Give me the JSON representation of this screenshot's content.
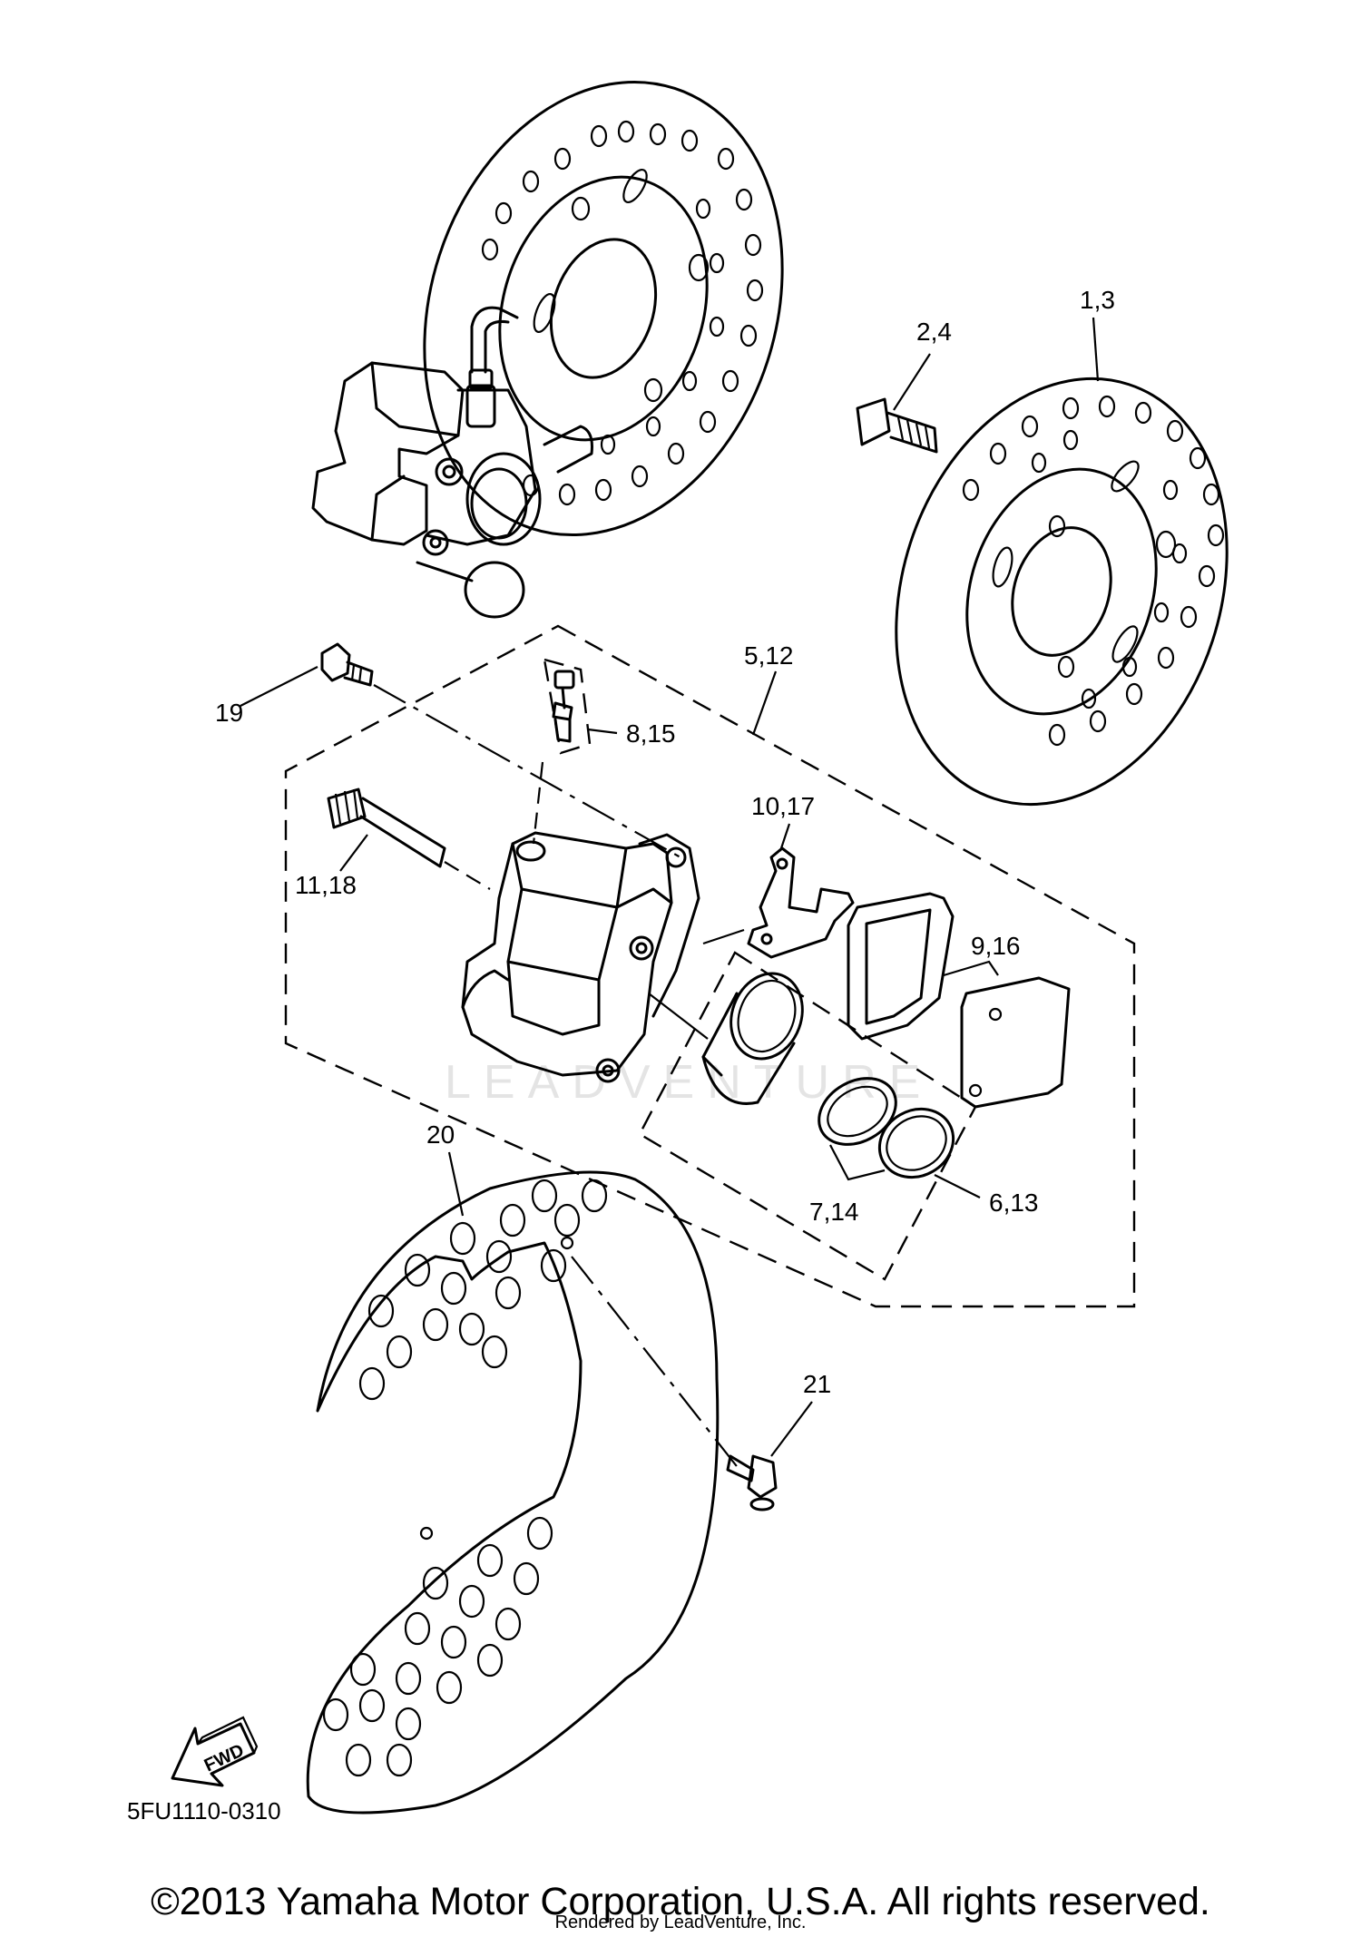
{
  "callouts": {
    "c_2_4": "2,4",
    "c_1_3": "1,3",
    "c_5_12": "5,12",
    "c_19": "19",
    "c_8_15": "8,15",
    "c_10_17": "10,17",
    "c_11_18": "11,18",
    "c_9_16": "9,16",
    "c_20": "20",
    "c_7_14": "7,14",
    "c_6_13": "6,13",
    "c_21": "21"
  },
  "diagram_code": "5FU1110-0310",
  "fwd_label": "FWD",
  "watermark": "LEADVENTURE",
  "footer": {
    "copyright": "©2013 Yamaha Motor Corporation, U.S.A. All rights reserved.",
    "rendered_by": "Rendered by LeadVenture, Inc."
  }
}
